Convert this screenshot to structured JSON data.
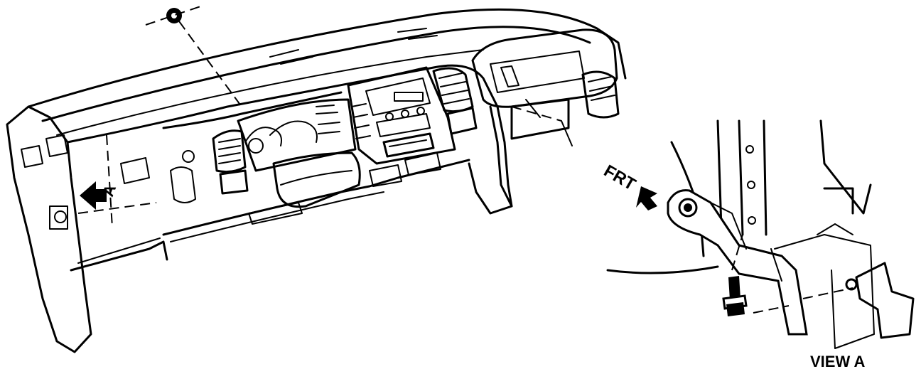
{
  "figure": {
    "callout_main": "A",
    "direction_label": "FRT",
    "view_title": "VIEW  A"
  },
  "icons": {
    "direction_arrow": "solid-arrow-icon"
  }
}
